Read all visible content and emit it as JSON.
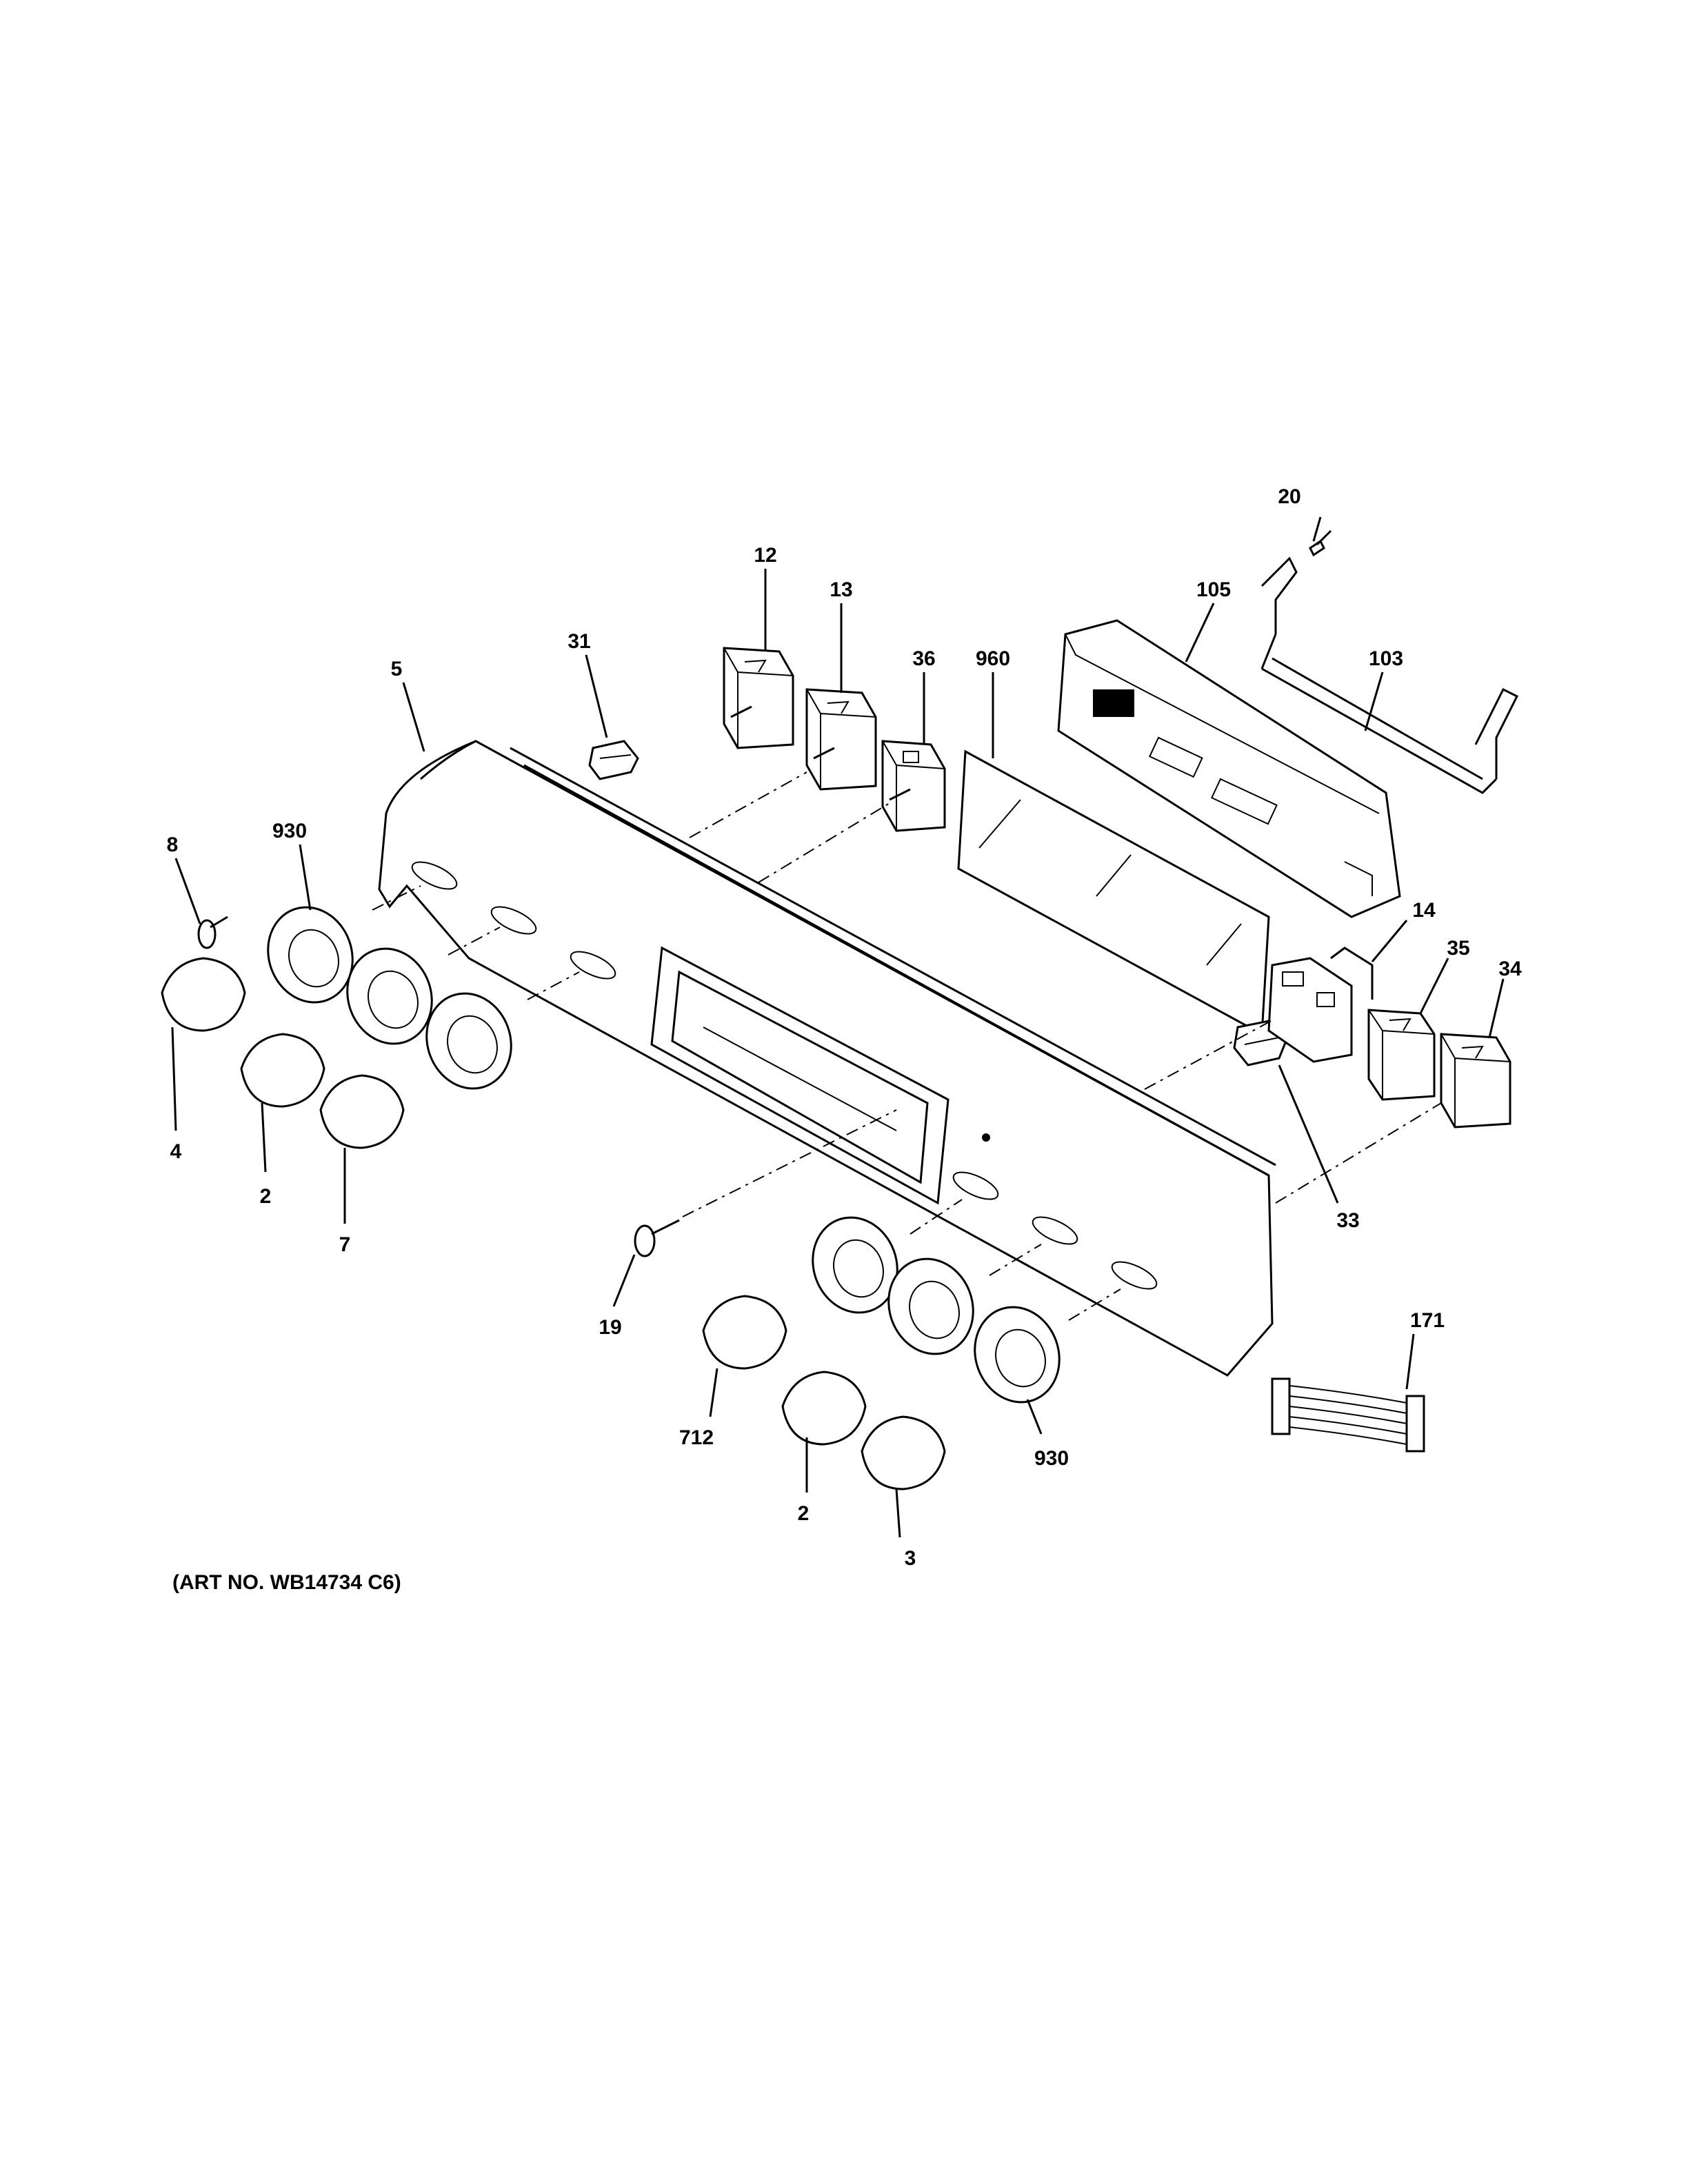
{
  "callouts": {
    "c20": "20",
    "c105": "105",
    "c103": "103",
    "c12": "12",
    "c13": "13",
    "c36": "36",
    "c960": "960",
    "c31": "31",
    "c5": "5",
    "c8": "8",
    "c930a": "930",
    "c4": "4",
    "c2a": "2",
    "c7": "7",
    "c14": "14",
    "c35": "35",
    "c34": "34",
    "c33": "33",
    "c19": "19",
    "c712": "712",
    "c2b": "2",
    "c3": "3",
    "c930b": "930",
    "c171": "171"
  },
  "caption": "(ART NO. WB14734 C6)"
}
